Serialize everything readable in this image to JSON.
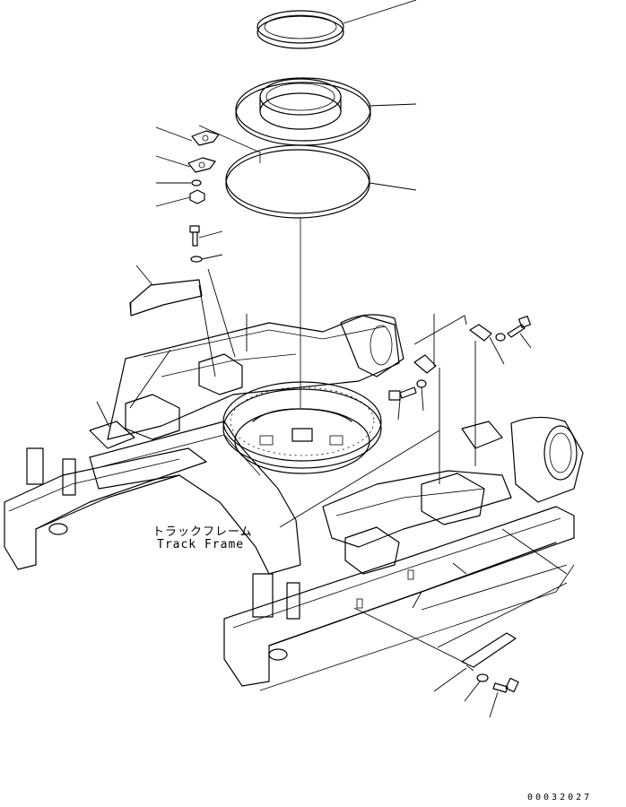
{
  "diagram": {
    "label_jp": "トラックフレーム",
    "label_en": "Track Frame",
    "drawing_code": "00032027"
  }
}
